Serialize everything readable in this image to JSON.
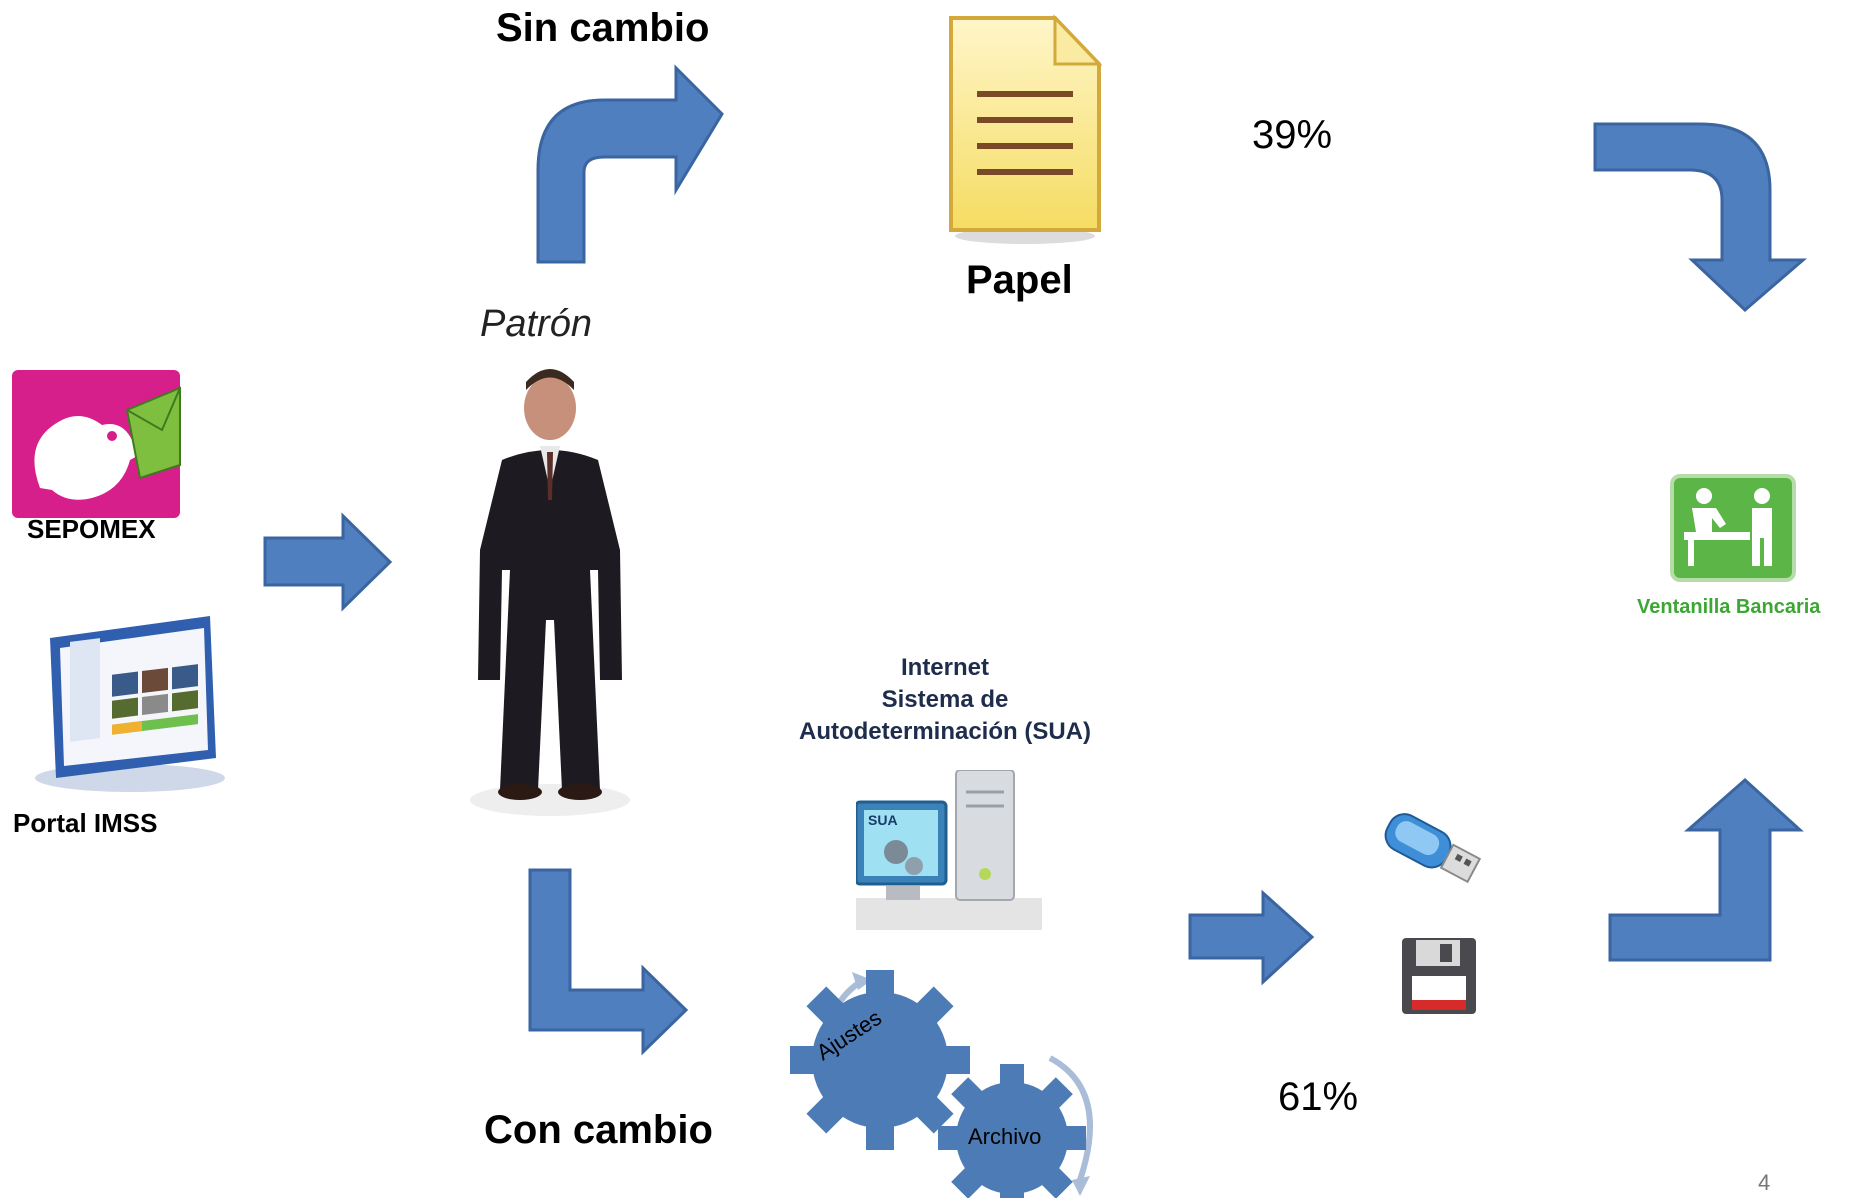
{
  "labels": {
    "sin_cambio": "Sin cambio",
    "papel": "Papel",
    "patron": "Patrón",
    "pct_top": "39%",
    "sepomex": "SEPOMEX",
    "portal_imss": "Portal IMSS",
    "internet_line1": "Internet",
    "internet_line2": "Sistema de",
    "internet_line3": "Autodeterminación (SUA)",
    "sua_screen": "SUA",
    "con_cambio": "Con cambio",
    "gear_ajustes": "Ajustes",
    "gear_archivo": "Archivo",
    "pct_bottom": "61%",
    "ventanilla": "Ventanilla Bancaria",
    "page_number": "4"
  },
  "colors": {
    "arrow_fill": "#4f7fbf",
    "arrow_stroke": "#3a65a0",
    "gear": "#4c7bb5",
    "ventanilla_green": "#5cb547",
    "internet_text": "#1f2d4d"
  },
  "icons": [
    "document-icon",
    "person-icon",
    "sepomex-logo-icon",
    "web-portal-icon",
    "computer-sua-icon",
    "usb-drive-icon",
    "floppy-disk-icon",
    "bank-teller-icon",
    "gear-icon"
  ]
}
